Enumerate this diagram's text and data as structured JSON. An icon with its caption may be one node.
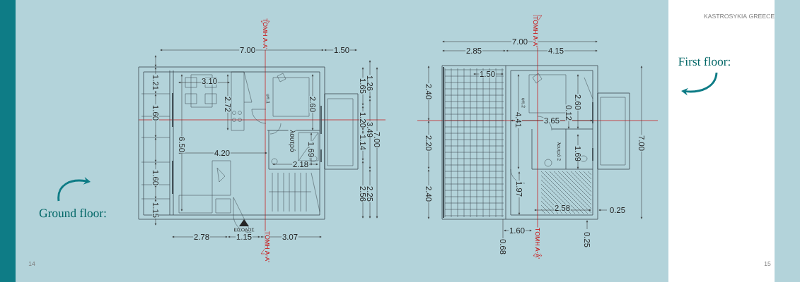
{
  "diagram": {
    "labels": [
      "KASTROSYKIA GREECE",
      "Ground floor:",
      "First floor:",
      "14",
      "15",
      "7.00",
      "1.50",
      "ΤΟΜΗ Α-Α'",
      "1.21",
      "3.10",
      "2.72",
      "υπ.1",
      "2.60",
      "1.65",
      "1.26",
      "1.60",
      "1.20",
      "6.50",
      "λουτρό",
      "1.69",
      "1.14",
      "3.49",
      "7.00",
      "4.20",
      "2.18",
      "1.60",
      "2.56",
      "2.25",
      "1.15",
      "ΕΙΣΟΔΟΣ",
      "2.78",
      "1.15",
      "3.07",
      "ΤΟΜΗ Α-Α'",
      "7.00",
      "2.85",
      "4.15",
      "ΤΟΜΗ Α-Α'",
      "1.50",
      "2.40",
      "υπ.2",
      "2.60",
      "0.12",
      "4.41",
      "3.65",
      "2.20",
      "7.00",
      "λουτρό 2",
      "1.69",
      "2.40",
      "1.97",
      "2.58",
      "0.25",
      "1.60",
      "0.68",
      "0.25",
      "ΤΟΜΗ Α-Α'"
    ]
  }
}
